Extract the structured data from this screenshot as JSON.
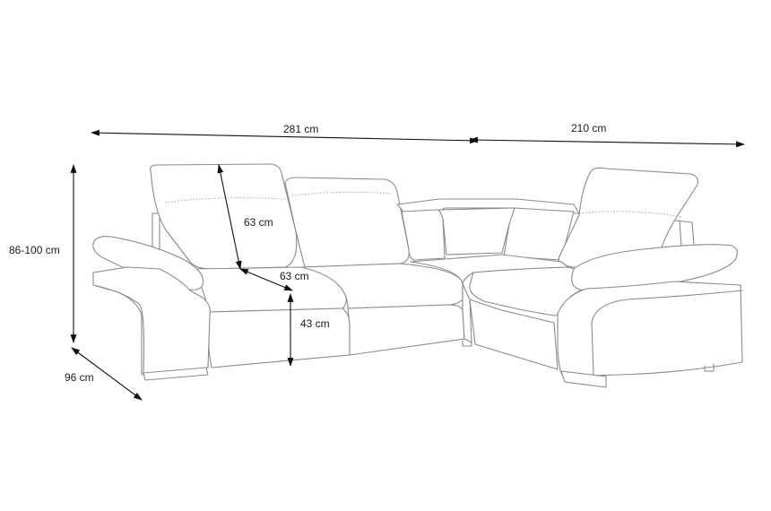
{
  "dimensions": {
    "width_left": "281 cm",
    "width_right": "210 cm",
    "height": "86-100 cm",
    "depth": "96 cm",
    "backrest_height": "63 cm",
    "seat_depth": "63 cm",
    "seat_height": "43 cm"
  },
  "colors": {
    "outline": "#8a8a8a",
    "dimension_line": "#111111",
    "background": "#ffffff"
  }
}
